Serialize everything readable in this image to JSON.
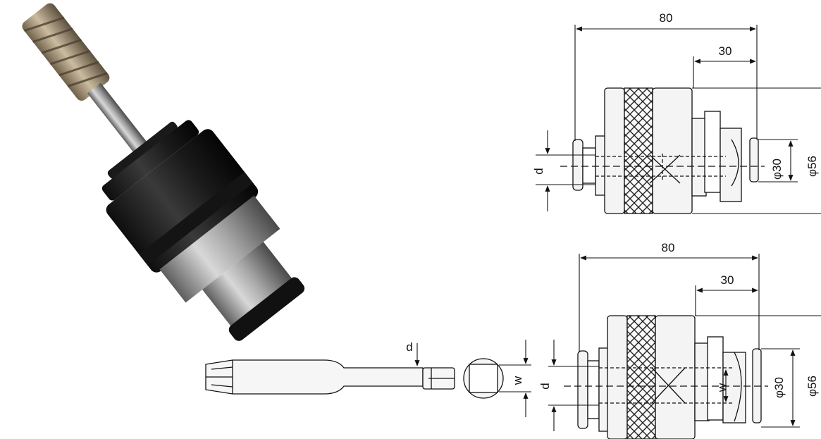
{
  "photo": {
    "name": "tap-adapter-photo"
  },
  "top_drawing": {
    "length_total": "80",
    "length_shank": "30",
    "diameter_inner": "φ30",
    "diameter_outer": "φ56",
    "bore_label": "d"
  },
  "bottom_drawing": {
    "length_total": "80",
    "length_shank": "30",
    "diameter_inner": "φ30",
    "diameter_outer": "φ56",
    "bore_label": "d",
    "square_label": "w"
  },
  "tap_drawing": {
    "shank_label": "d",
    "square_label": "w"
  },
  "colors": {
    "line": "#111111",
    "part_fill": "#f2f2f2",
    "photo_dark": "#1e1e1e",
    "photo_steel": "#b8b8b8",
    "photo_bronze": "#a08f72"
  }
}
